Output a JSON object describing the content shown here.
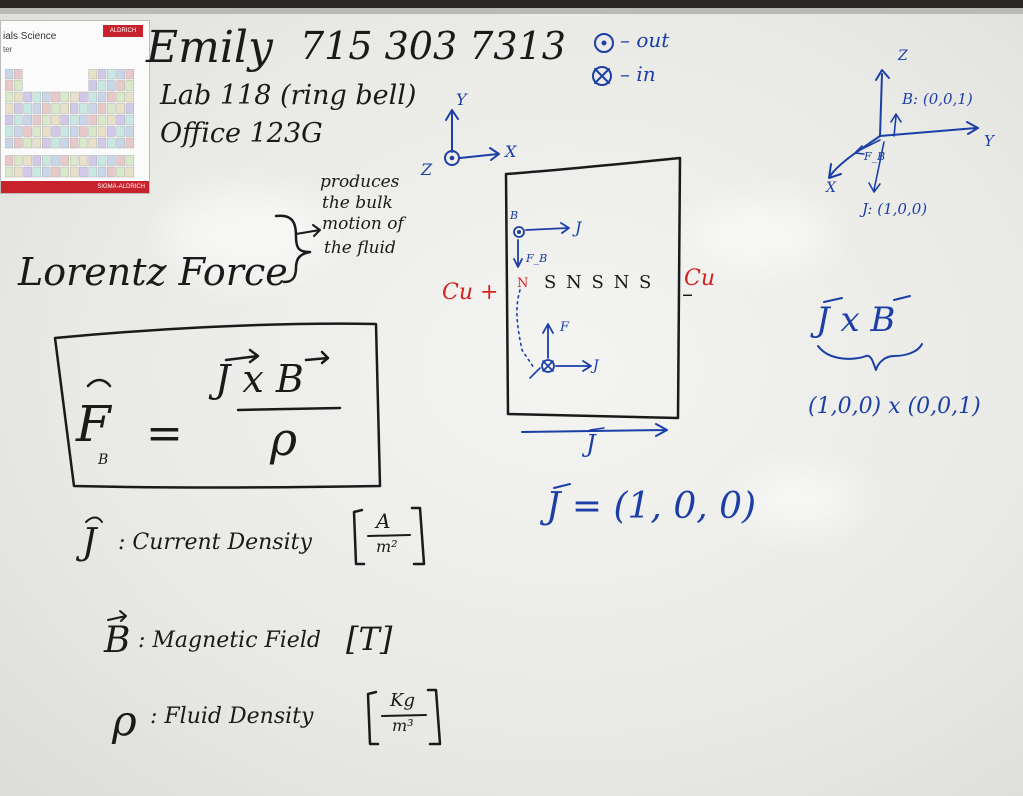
{
  "poster": {
    "title": "ials Science",
    "subtitle": "ter",
    "brand_top": "ALDRICH",
    "brand_footer": "SIGMA-ALDRICH"
  },
  "header": {
    "name": "Emily",
    "phone": "715 303 7313",
    "lab": "Lab 118 (ring bell)",
    "office": "Office 123G"
  },
  "legend_top": {
    "out_label": "– out",
    "in_label": "– in"
  },
  "axes_small": {
    "y": "Y",
    "x": "X",
    "z": "Z"
  },
  "annotation": [
    "produces",
    "the bulk",
    "motion of",
    "the fluid"
  ],
  "title": "Lorentz Force",
  "formula": {
    "lhs_symbol": "F",
    "lhs_sub": "B",
    "equals": "=",
    "numerator": "J x B",
    "denominator": "ρ"
  },
  "definitions": [
    {
      "symbol": "J",
      "text": ": Current Density",
      "unit_top": "A",
      "unit_bottom": "m²"
    },
    {
      "symbol": "B",
      "text": ": Magnetic Field",
      "unit": "[T]"
    },
    {
      "symbol": "ρ",
      "text": ": Fluid Density",
      "unit_top": "Kg",
      "unit_bottom": "m³"
    }
  ],
  "diagram": {
    "left_label": "Cu +",
    "right_label": "Cu",
    "right_sign": "–",
    "poles": "S N S N S",
    "n_marker": "N",
    "j_label_top": "J",
    "fb_label": "F_B",
    "b_label": "B",
    "f_label": "F",
    "j_label_bottom": "J",
    "j_below": "J",
    "j_vector": "J = (1, 0, 0)"
  },
  "axes_3d": {
    "z": "Z",
    "y": "Y",
    "x": "X",
    "b_vector": "B: (0,0,1)",
    "fb": "F_B",
    "j_vector": "J: (1,0,0)"
  },
  "cross_product": {
    "expression": "J x B",
    "values": "(1,0,0) x (0,0,1)"
  }
}
